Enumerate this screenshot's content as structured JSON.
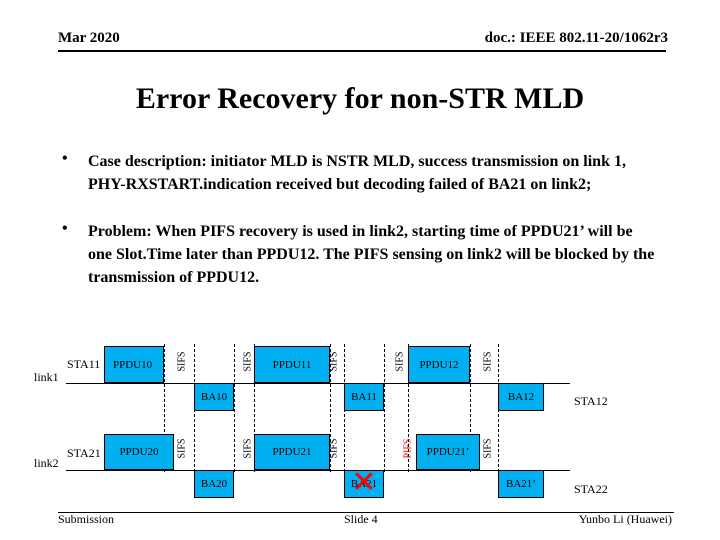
{
  "header": {
    "date": "Mar 2020",
    "doc": "doc.: IEEE 802.11-20/1062r3"
  },
  "title": "Error Recovery for non-STR MLD",
  "bullets": [
    {
      "marker": "•",
      "text": "Case description: initiator MLD is NSTR MLD, success transmission on link 1, PHY-RXSTART.indication received but decoding failed of BA21 on link2;"
    },
    {
      "marker": "•",
      "text": "Problem: When PIFS recovery is used in link2, starting time of PPDU21’ will be one Slot.Time later than PPDU12. The PIFS sensing on link2 will be blocked by the transmission of PPDU12."
    }
  ],
  "diagram": {
    "link1": {
      "link_label": "link1",
      "sta_label": "STA11",
      "ppdus": [
        "PPDU10",
        "PPDU11",
        "PPDU12"
      ],
      "bas": [
        "BA10",
        "BA11",
        "BA12"
      ],
      "sifs": [
        "SIFS",
        "SIFS",
        "SIFS",
        "SIFS",
        "SIFS"
      ],
      "right_label": "STA12"
    },
    "link2": {
      "link_label": "link2",
      "sta_label": "STA21",
      "ppdus": [
        "PPDU20",
        "PPDU21",
        "PPDU21’"
      ],
      "bas": [
        "BA20",
        "BA21",
        "BA21’"
      ],
      "sifs": [
        "SIFS",
        "SIFS",
        "SIFS",
        "PIFS",
        "SIFS"
      ],
      "right_label": "STA22",
      "failed_ba_mark": "✕"
    },
    "colors": {
      "ppdu": "#00b0f0",
      "ba": "#00b0f0",
      "failed_mark": "#ff0000",
      "pifs_text": "#ff0000"
    }
  },
  "footer": {
    "left": "Submission",
    "center": "Slide 4",
    "right": "Yunbo Li (Huawei)"
  }
}
